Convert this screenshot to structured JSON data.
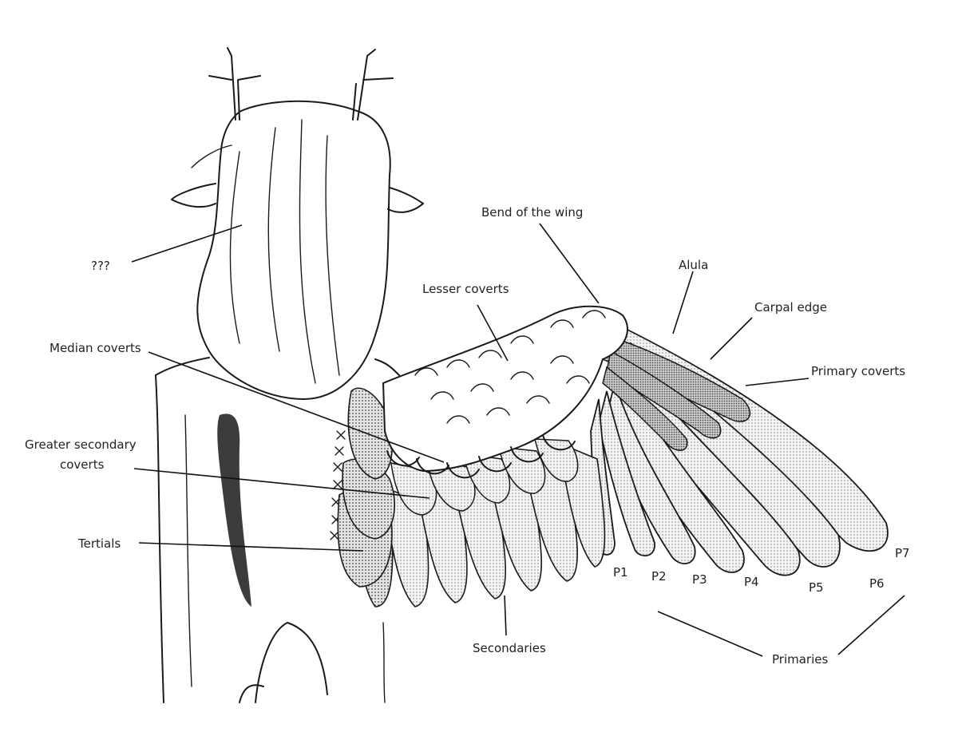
{
  "labels": {
    "unknown": "???",
    "bend_of_wing": "Bend of the wing",
    "alula": "Alula",
    "lesser_coverts": "Lesser coverts",
    "carpal_edge": "Carpal edge",
    "median_coverts": "Median coverts",
    "primary_coverts": "Primary coverts",
    "greater_secondary_coverts": [
      "Greater secondary",
      "coverts"
    ],
    "tertials": "Tertials",
    "secondaries": "Secondaries",
    "primaries": "Primaries"
  },
  "primary_feathers": [
    "P1",
    "P2",
    "P3",
    "P4",
    "P5",
    "P6",
    "P7"
  ],
  "colors": {
    "ink": "#1a1a1a",
    "shade_light": "#e6e6e6",
    "shade_mid": "#d2d2d2",
    "shade_dark": "#bdbdbd"
  }
}
